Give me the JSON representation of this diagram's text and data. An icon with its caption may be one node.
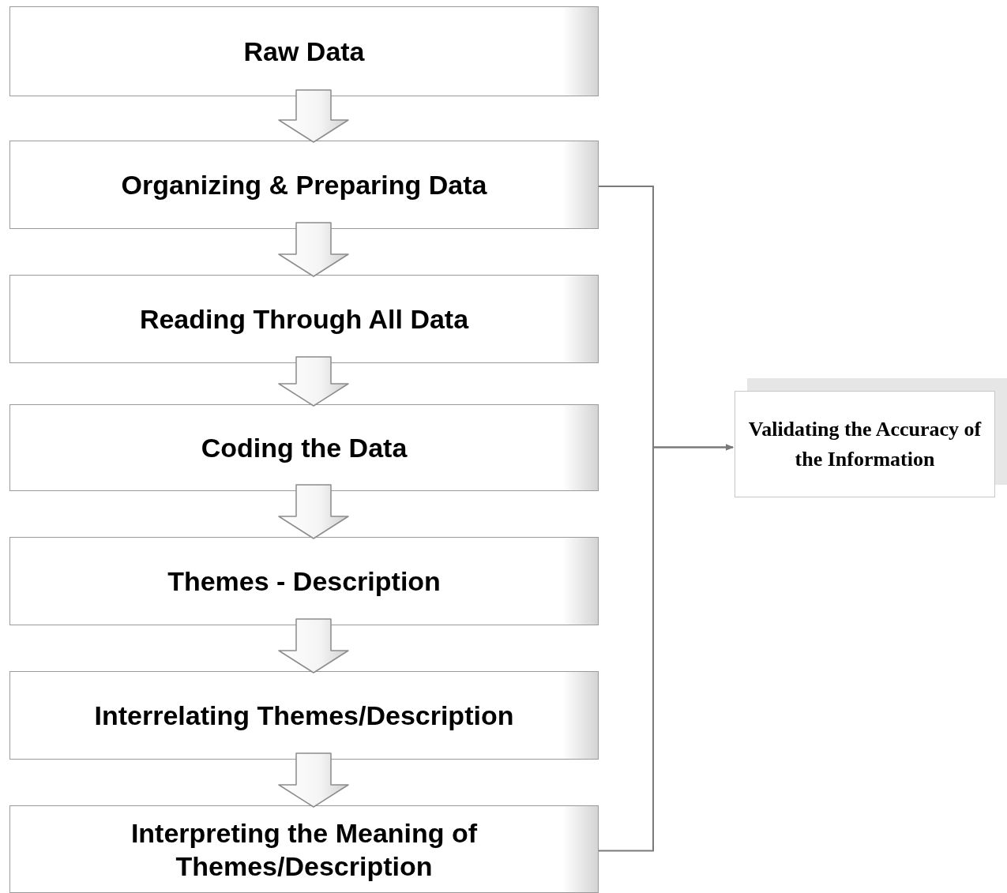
{
  "diagram": {
    "nodes": [
      {
        "text": [
          "Raw Data"
        ]
      },
      {
        "text": [
          "Organizing & Preparing Data"
        ]
      },
      {
        "text": [
          "Reading Through All Data"
        ]
      },
      {
        "text": [
          "Coding the Data"
        ]
      },
      {
        "text": [
          "Themes - Description"
        ]
      },
      {
        "text": [
          "Interrelating Themes/Description"
        ]
      },
      {
        "text": [
          "Interpreting the Meaning of Themes/Description"
        ]
      },
      {
        "text": [
          "Validating the Accuracy of the Information"
        ]
      }
    ],
    "edges": [
      {
        "from": 0,
        "to": 1,
        "arrow": "to",
        "style": "thick"
      },
      {
        "from": 1,
        "to": 2,
        "arrow": "to",
        "style": "thick"
      },
      {
        "from": 2,
        "to": 3,
        "arrow": "to",
        "style": "thick"
      },
      {
        "from": 3,
        "to": 4,
        "arrow": "to",
        "style": "thick"
      },
      {
        "from": 4,
        "to": 5,
        "arrow": "to",
        "style": "thick"
      },
      {
        "from": 5,
        "to": 6,
        "arrow": "to",
        "style": "thick"
      },
      {
        "from": 1,
        "to": 7,
        "arrow": "to"
      },
      {
        "from": 6,
        "to": 7,
        "arrow": "to"
      }
    ]
  }
}
